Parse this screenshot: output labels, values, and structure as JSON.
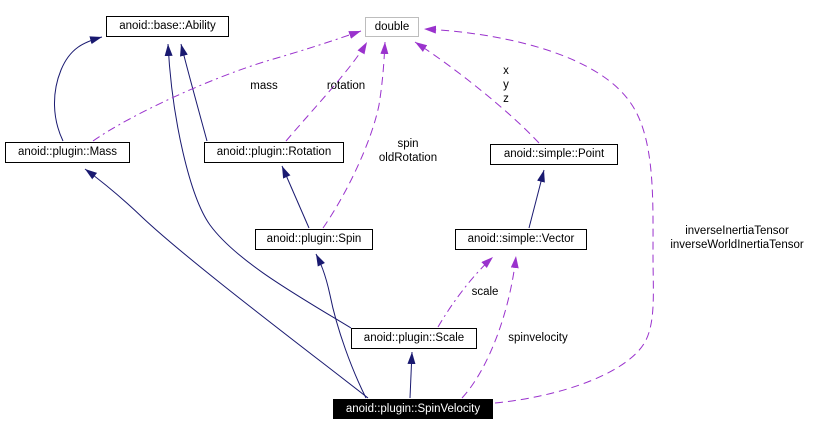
{
  "diagram": {
    "title": "anoid::plugin::SpinVelocity collaboration graph",
    "type": "collaboration-graph",
    "colors": {
      "inheritance_edge": "#191970",
      "usage_edge": "#9a32cd",
      "node_border": "#000000",
      "external_node_border": "#bdbdbd",
      "focus_node_background": "#000000",
      "focus_node_text": "#ffffff",
      "background": "#ffffff"
    },
    "nodes": [
      {
        "id": "ability",
        "label": "anoid::base::Ability"
      },
      {
        "id": "double",
        "label": "double"
      },
      {
        "id": "mass",
        "label": "anoid::plugin::Mass"
      },
      {
        "id": "rotation",
        "label": "anoid::plugin::Rotation"
      },
      {
        "id": "point",
        "label": "anoid::simple::Point"
      },
      {
        "id": "spin",
        "label": "anoid::plugin::Spin"
      },
      {
        "id": "vector",
        "label": "anoid::simple::Vector"
      },
      {
        "id": "scale",
        "label": "anoid::plugin::Scale"
      },
      {
        "id": "spinvelocity",
        "label": "anoid::plugin::SpinVelocity"
      }
    ],
    "edge_labels": [
      {
        "text": "mass"
      },
      {
        "text": "rotation"
      },
      {
        "text": "x\ny\nz"
      },
      {
        "text": "spin\noldRotation"
      },
      {
        "text": "scale"
      },
      {
        "text": "spinvelocity"
      },
      {
        "text": "inverseInertiaTensor\ninverseWorldInertiaTensor"
      }
    ],
    "edges": [
      {
        "from": "mass",
        "to": "ability",
        "type": "inheritance",
        "label": ""
      },
      {
        "from": "rotation",
        "to": "ability",
        "type": "inheritance",
        "label": ""
      },
      {
        "from": "scale",
        "to": "ability",
        "type": "inheritance",
        "label": ""
      },
      {
        "from": "spin",
        "to": "rotation",
        "type": "inheritance",
        "label": ""
      },
      {
        "from": "vector",
        "to": "point",
        "type": "inheritance",
        "label": ""
      },
      {
        "from": "spinvelocity",
        "to": "mass",
        "type": "inheritance",
        "label": ""
      },
      {
        "from": "spinvelocity",
        "to": "spin",
        "type": "inheritance",
        "label": ""
      },
      {
        "from": "spinvelocity",
        "to": "scale",
        "type": "inheritance",
        "label": ""
      },
      {
        "from": "mass",
        "to": "double",
        "type": "usage",
        "label": "mass"
      },
      {
        "from": "rotation",
        "to": "double",
        "type": "usage",
        "label": "rotation"
      },
      {
        "from": "spin",
        "to": "double",
        "type": "usage",
        "label": "spin\noldRotation"
      },
      {
        "from": "point",
        "to": "double",
        "type": "usage",
        "label": "x\ny\nz"
      },
      {
        "from": "spinvelocity",
        "to": "double",
        "type": "usage",
        "label": "inverseInertiaTensor\ninverseWorldInertiaTensor"
      },
      {
        "from": "scale",
        "to": "vector",
        "type": "usage",
        "label": "scale"
      },
      {
        "from": "spinvelocity",
        "to": "vector",
        "type": "usage",
        "label": "spinvelocity"
      }
    ]
  }
}
